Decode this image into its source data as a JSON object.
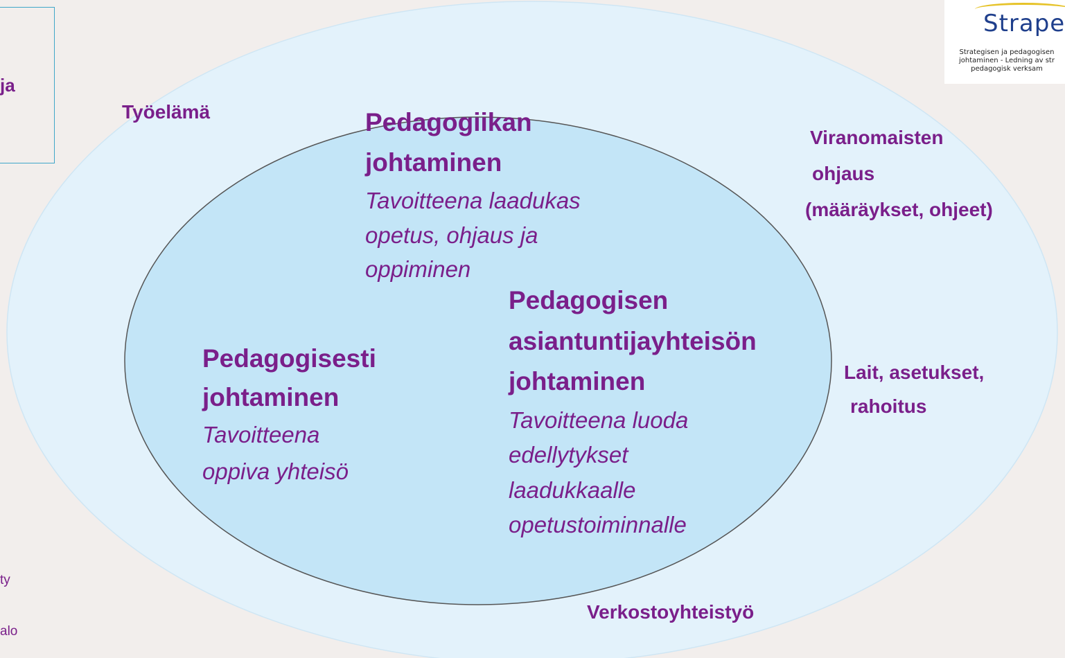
{
  "left_box": {
    "text": "ja"
  },
  "left_edge": {
    "line1": "ty",
    "line2": "alo"
  },
  "logo": {
    "title": "Strapet",
    "subtitle": "Strategisen ja pedagogisen johtaminen - Ledning av str pedagogisk verksam"
  },
  "outer_labels": {
    "tyoelama": "Työelämä",
    "viranomaisten_1": "Viranomaisten",
    "viranomaisten_2": "ohjaus",
    "viranomaisten_3": "(määräykset, ohjeet)",
    "lait_1": "Lait, asetukset,",
    "lait_2": "rahoitus",
    "verkosto": "Verkostoyhteistyö"
  },
  "inner": {
    "pedagogiikan": {
      "heading_1": "Pedagogiikan",
      "heading_2": "johtaminen",
      "sub_1": "Tavoitteena laadukas",
      "sub_2": "opetus, ohjaus ja",
      "sub_3": "oppiminen"
    },
    "pedagogisesti": {
      "heading_1": "Pedagogisesti",
      "heading_2": "johtaminen",
      "sub_1": "Tavoitteena",
      "sub_2": "oppiva yhteisö"
    },
    "asiantuntija": {
      "heading_1": "Pedagogisen",
      "heading_2": "asiantuntijayhteisön",
      "heading_3": "johtaminen",
      "sub_1": "Tavoitteena luoda",
      "sub_2": "edellytykset",
      "sub_3": "laadukkaalle",
      "sub_4": "opetustoiminnalle"
    }
  },
  "colors": {
    "background": "#f2eeec",
    "outer_ellipse": "#e3f2fb",
    "inner_ellipse": "#c3e5f7",
    "text": "#7a1f8a"
  }
}
